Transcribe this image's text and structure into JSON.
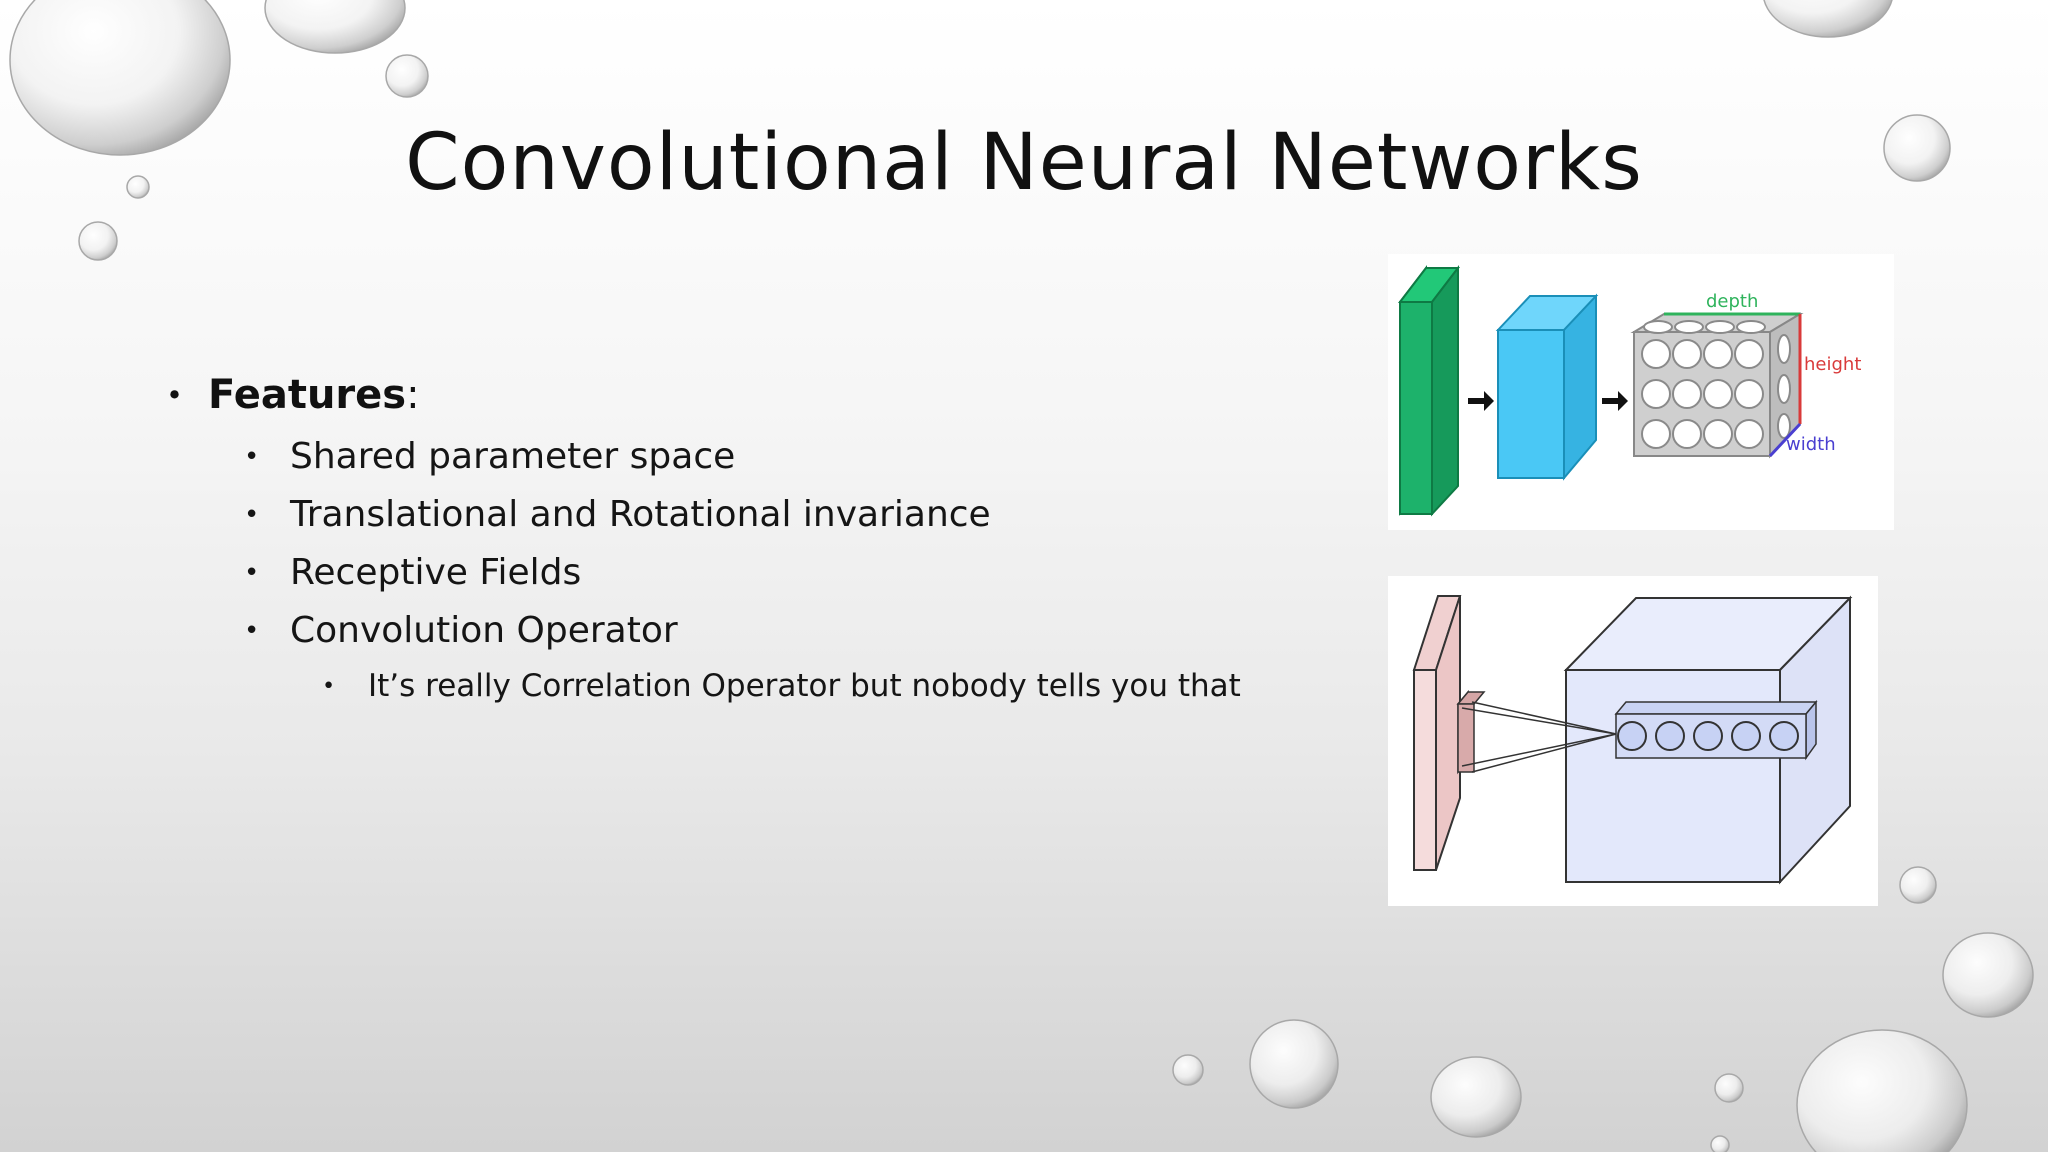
{
  "slide": {
    "title": "Convolutional Neural Networks",
    "bullets": {
      "heading": "Features",
      "heading_suffix": ":",
      "items": [
        "Shared parameter space",
        "Translational and Rotational invariance",
        "Receptive Fields",
        "Convolution Operator"
      ],
      "subitem": "It’s really Correlation Operator but nobody tells you that"
    }
  },
  "figure_top": {
    "labels": {
      "depth": "depth",
      "height": "height",
      "width": "width"
    },
    "colors": {
      "green": "#1db26b",
      "blue": "#4ac8f5",
      "depth": "#2fb35c",
      "height": "#d93a3a",
      "width": "#4a3fd0"
    }
  },
  "figure_bottom": {
    "colors": {
      "input": "#f5dcdc",
      "volume": "#e3e8fb",
      "stroke": "#333333"
    }
  }
}
